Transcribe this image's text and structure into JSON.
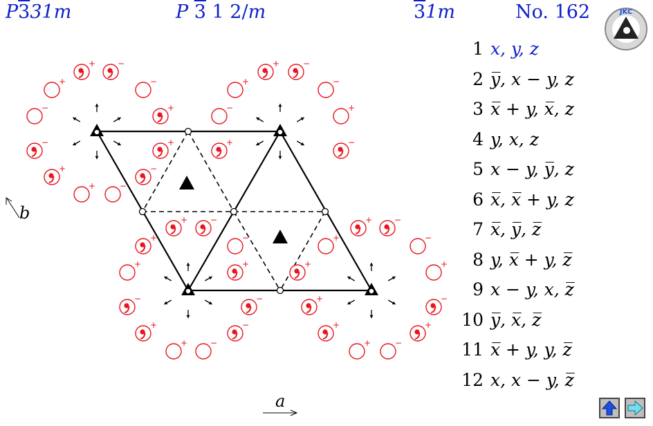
{
  "header": {
    "short_symbol_letter": "P",
    "short_symbol_rest": "31m",
    "short_symbol_bar": "3",
    "full_symbol_letter": "P",
    "full_symbol_bar": "3",
    "full_symbol_rest": " 1 2/",
    "full_symbol_m": "m",
    "point_group_bar": "3",
    "point_group_rest": "1m",
    "number": "No. 162"
  },
  "logo_text": "JKC",
  "axes": {
    "a": "a",
    "b": "b"
  },
  "positions": [
    {
      "n": "1",
      "coords": "x, y, z"
    },
    {
      "n": "2",
      "coords": "y̅, x − y, z"
    },
    {
      "n": "3",
      "coords": "x̅ + y, x̅, z"
    },
    {
      "n": "4",
      "coords": "y, x, z"
    },
    {
      "n": "5",
      "coords": "x − y, y̅, z"
    },
    {
      "n": "6",
      "coords": "x̅, x̅ + y, z"
    },
    {
      "n": "7",
      "coords": "x̅, y̅, z̅"
    },
    {
      "n": "8",
      "coords": "y, x̅ + y, z̅"
    },
    {
      "n": "9",
      "coords": "x − y, x, z̅"
    },
    {
      "n": "10",
      "coords": "y̅, x̅, z̅"
    },
    {
      "n": "11",
      "coords": "x̅ + y, y, z̅"
    },
    {
      "n": "12",
      "coords": "x, x − y, z̅"
    }
  ],
  "colors": {
    "header": "#1020c8",
    "positions": "#e8141e",
    "frame": "#000000",
    "nav": "#1a4fe0"
  },
  "icons": {
    "up": "up-arrow-icon",
    "next": "right-arrow-icon"
  }
}
